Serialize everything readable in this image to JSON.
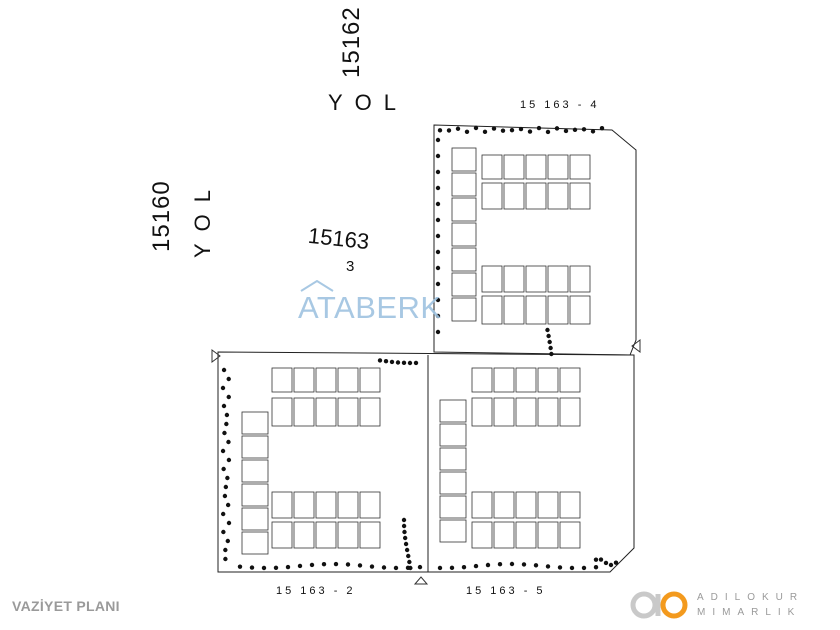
{
  "labels": {
    "road_top_number": "15162",
    "road_top_word": "YOL",
    "road_left_number": "15160",
    "road_left_word": "YOL",
    "parcel_main": "15163",
    "parcel_main_sub": "3",
    "plot_4": "15 163 - 4",
    "plot_2": "15 163 - 2",
    "plot_5": "15 163 - 5"
  },
  "watermark": "ATABERK",
  "footer": {
    "title": "VAZİYET PLANI",
    "company_line1": "ADILOKUR",
    "company_line2": "MIMARLIK",
    "logo_colors": [
      "#c9c9c9",
      "#f39a1e"
    ]
  }
}
